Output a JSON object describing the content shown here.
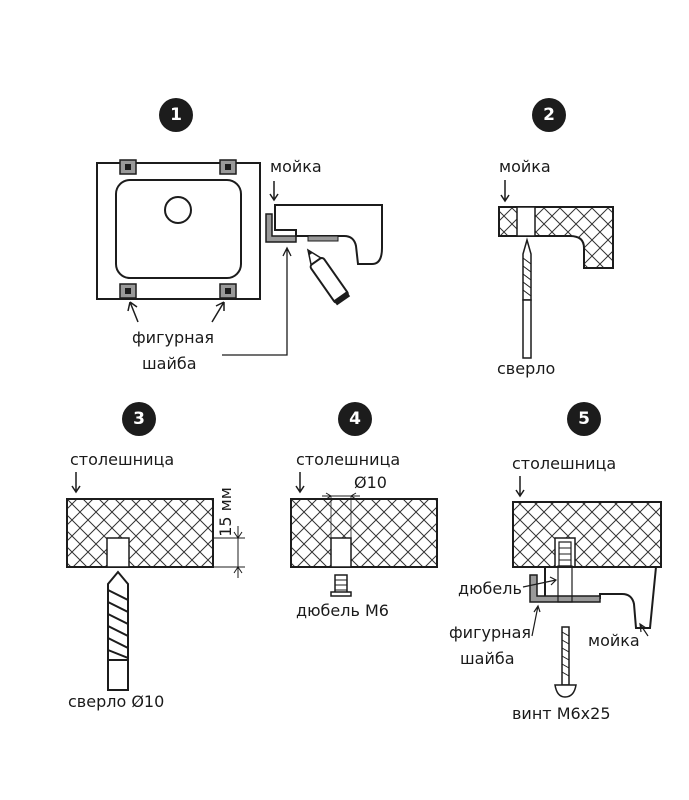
{
  "steps": [
    {
      "number": "1",
      "labels": {
        "sink": "мойка",
        "washer_line1": "фигурная",
        "washer_line2": "шайба"
      }
    },
    {
      "number": "2",
      "labels": {
        "sink": "мойка",
        "drill": "сверло"
      }
    },
    {
      "number": "3",
      "labels": {
        "countertop": "столешница",
        "depth": "15 мм",
        "drill": "сверло Ø10"
      }
    },
    {
      "number": "4",
      "labels": {
        "countertop": "столешница",
        "diameter": "Ø10",
        "dowel": "дюбель М6"
      }
    },
    {
      "number": "5",
      "labels": {
        "countertop": "столешница",
        "dowel": "дюбель",
        "washer_line1": "фигурная",
        "washer_line2": "шайба",
        "sink": "мойка",
        "screw": "винт М6х25"
      }
    }
  ],
  "colors": {
    "ink": "#1c1c1c",
    "hatch": "#333333",
    "washer": "#999999",
    "badge": "#1c1c1c"
  }
}
